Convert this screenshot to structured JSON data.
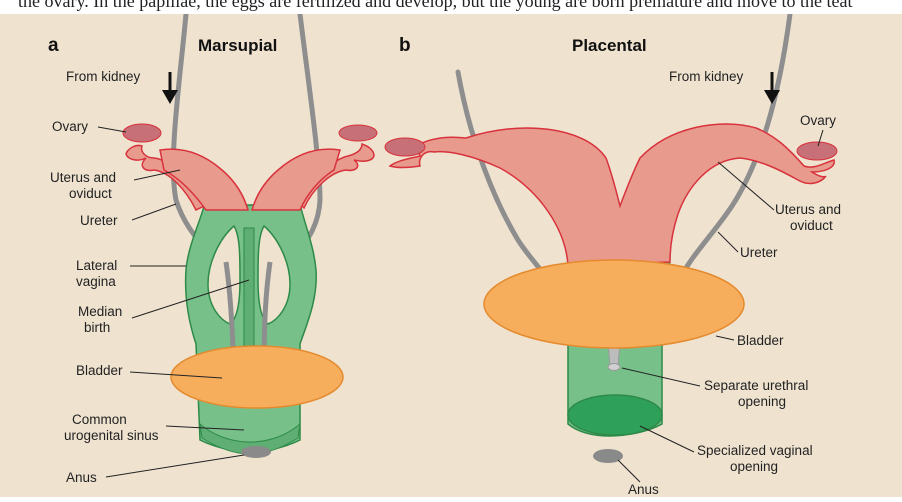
{
  "header_fragment": "the ovary. In the papillae, the eggs are fertilized and develop, but the young are born premature and move to the teat",
  "panels": {
    "a": {
      "letter": "a",
      "title": "Marsupial",
      "labels": {
        "from_kidney": "From kidney",
        "ovary": "Ovary",
        "uterus_line1": "Uterus and",
        "uterus_line2": "oviduct",
        "ureter": "Ureter",
        "lateral_line1": "Lateral",
        "lateral_line2": "vagina",
        "median_line1": "Median",
        "median_line2": "birth",
        "bladder": "Bladder",
        "sinus_line1": "Common",
        "sinus_line2": "urogenital sinus",
        "anus": "Anus"
      }
    },
    "b": {
      "letter": "b",
      "title": "Placental",
      "labels": {
        "from_kidney": "From kidney",
        "ovary": "Ovary",
        "uterus_line1": "Uterus and",
        "uterus_line2": "oviduct",
        "ureter": "Ureter",
        "bladder": "Bladder",
        "urethral_line1": "Separate urethral",
        "urethral_line2": "opening",
        "vaginal_line1": "Specialized vaginal",
        "vaginal_line2": "opening",
        "anus": "Anus"
      }
    }
  },
  "colors": {
    "background": "#efe3d0",
    "uterus_fill": "#e89a8c",
    "uterus_outline": "#d8323c",
    "ovary_fill": "#c87078",
    "vagina_fill": "#78c08a",
    "vagina_outline": "#2d8a48",
    "bladder_fill": "#f6ad5c",
    "bladder_outline": "#e58a2e",
    "ureter": "#8e8e8e",
    "anus": "#8a8a8a"
  }
}
